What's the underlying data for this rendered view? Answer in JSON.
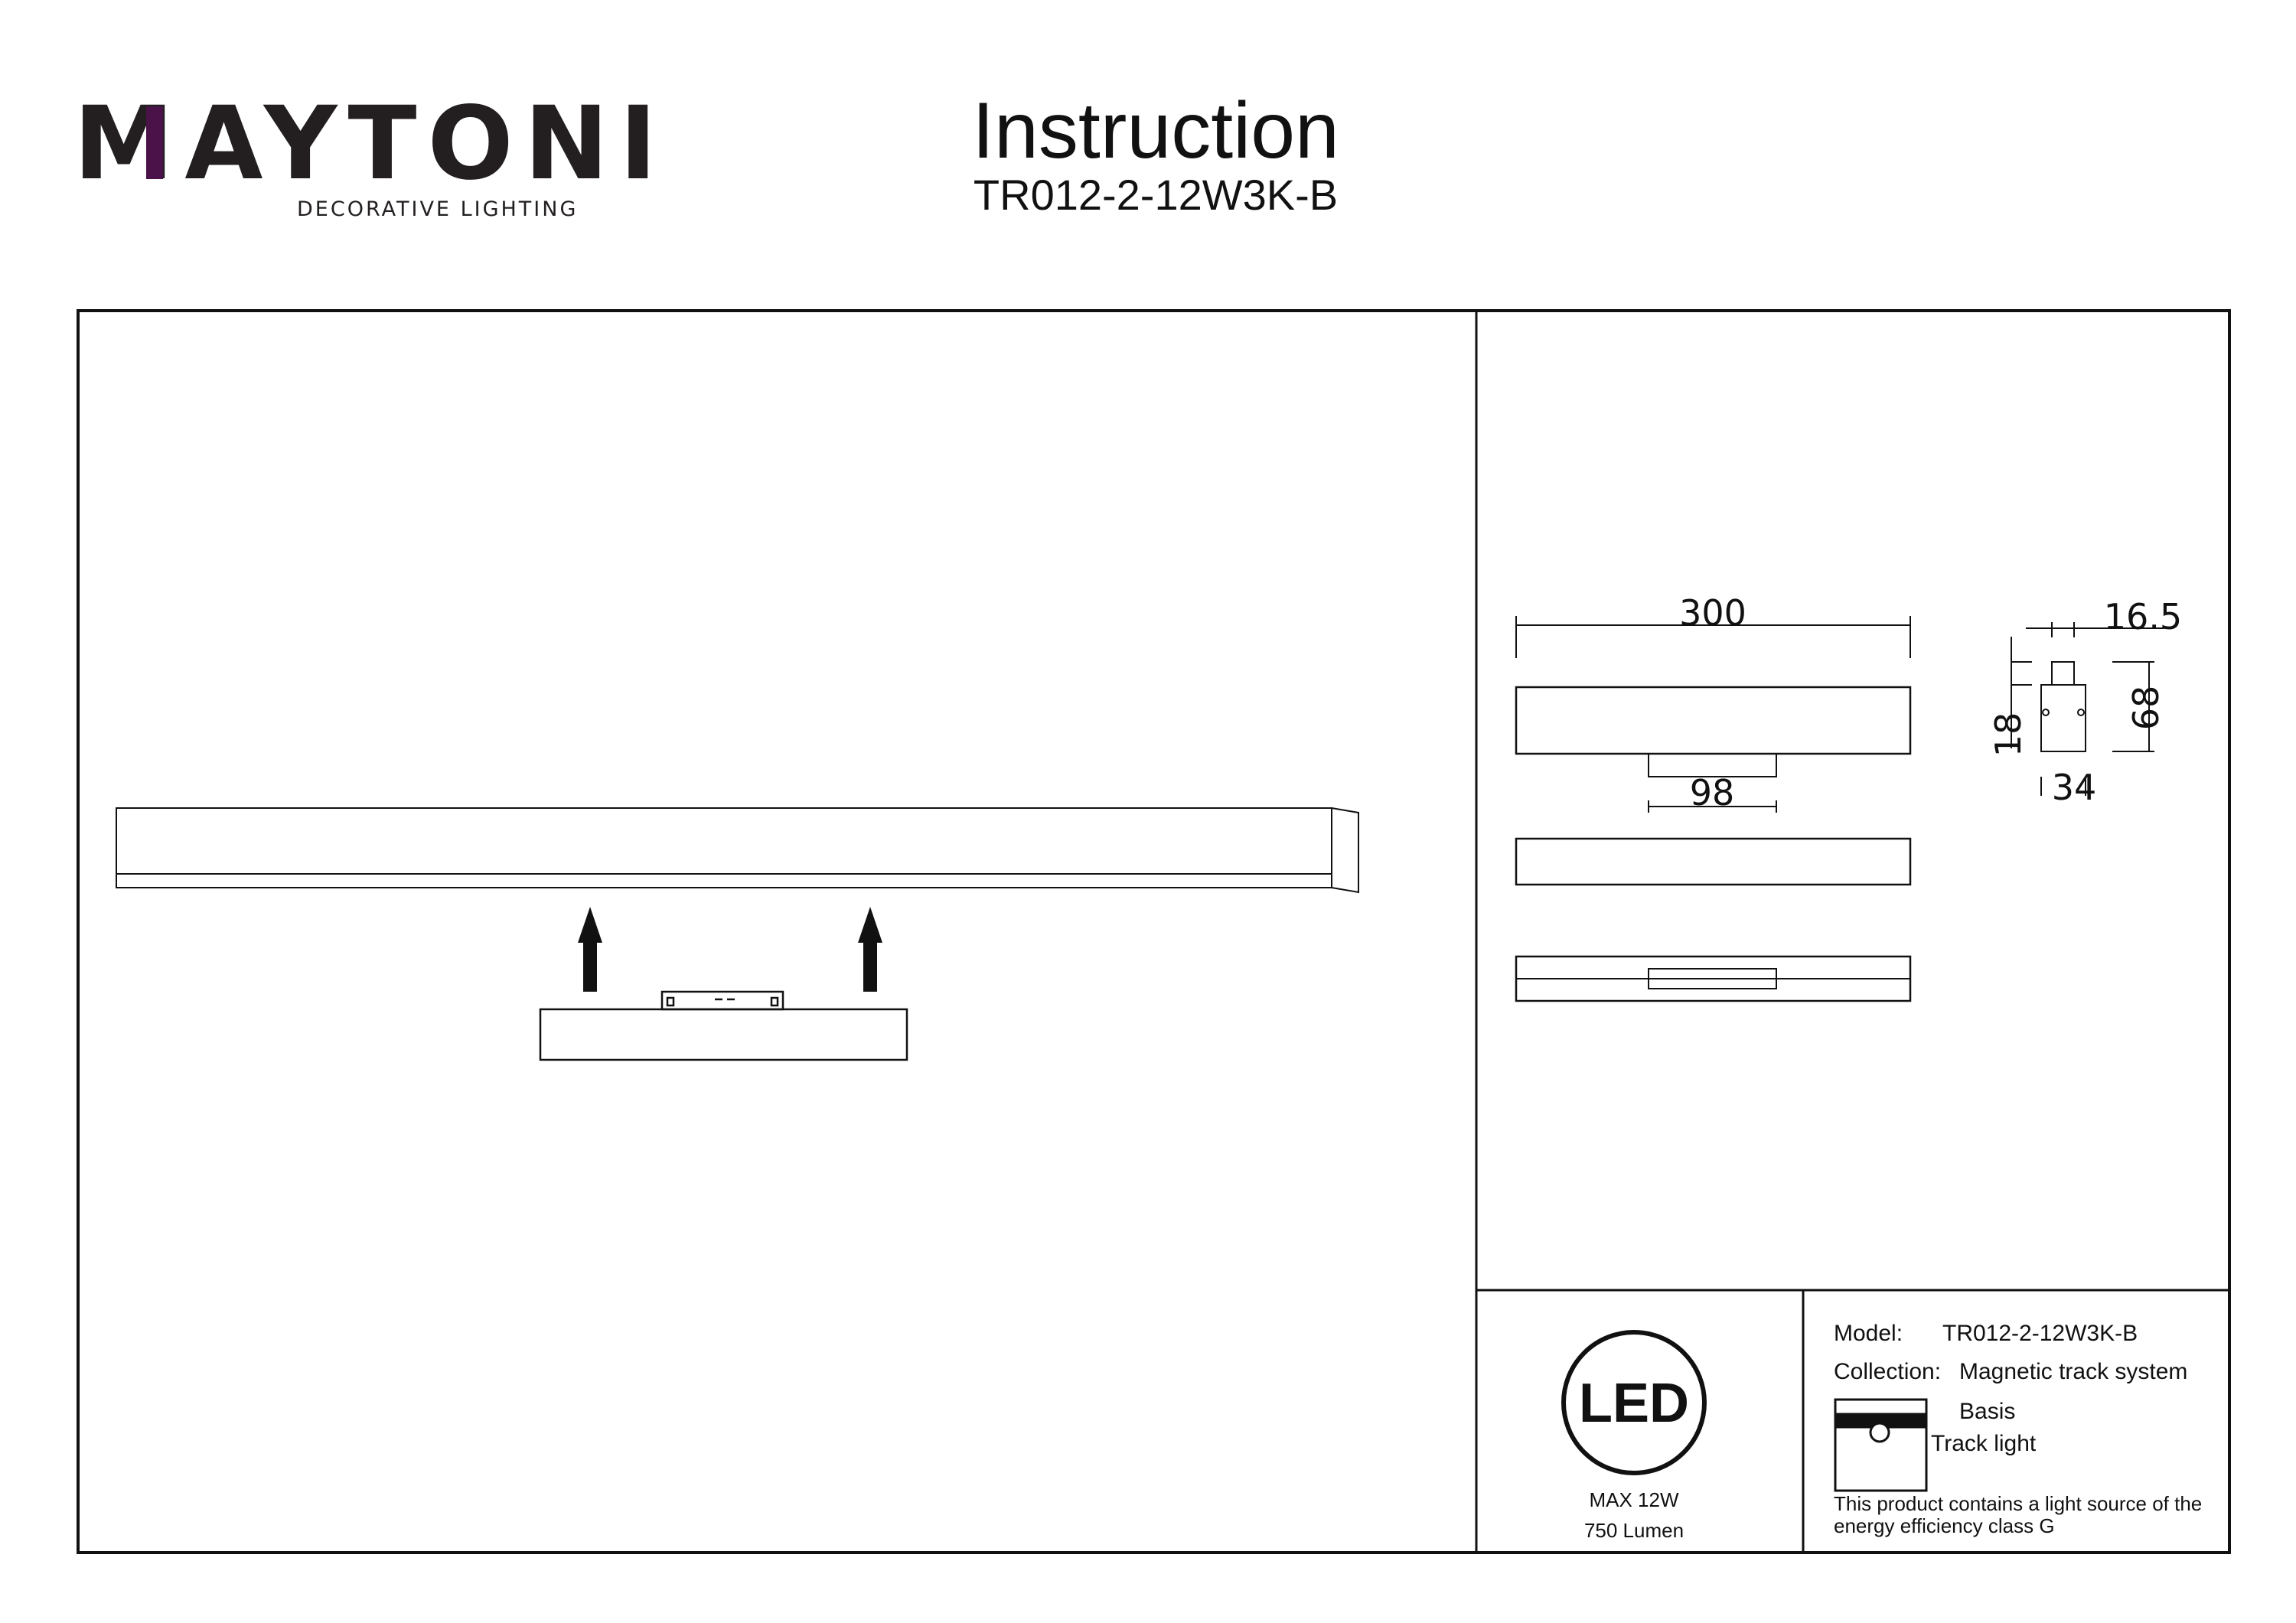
{
  "logo": {
    "brand": "MAYTONI",
    "tagline": "DECORATIVE LIGHTING",
    "accent_color": "#4a1248"
  },
  "header": {
    "title": "Instruction",
    "model_code": "TR012-2-12W3K-B"
  },
  "dimensions": {
    "length": "300",
    "connector": "98",
    "width": "34",
    "height": "68",
    "adapter_height": "18",
    "adapter_width": "16.5"
  },
  "led": {
    "badge": "LED",
    "power": "MAX 12W",
    "flux": "750 Lumen"
  },
  "info": {
    "model_label": "Model:",
    "model_value": "TR012-2-12W3K-B",
    "collection_label": "Collection:",
    "collection_value": "Magnetic track system",
    "series": "Basis",
    "type": "Track light",
    "energy_line1": "This product contains a light source of the",
    "energy_line2": "energy efficiency class G"
  }
}
